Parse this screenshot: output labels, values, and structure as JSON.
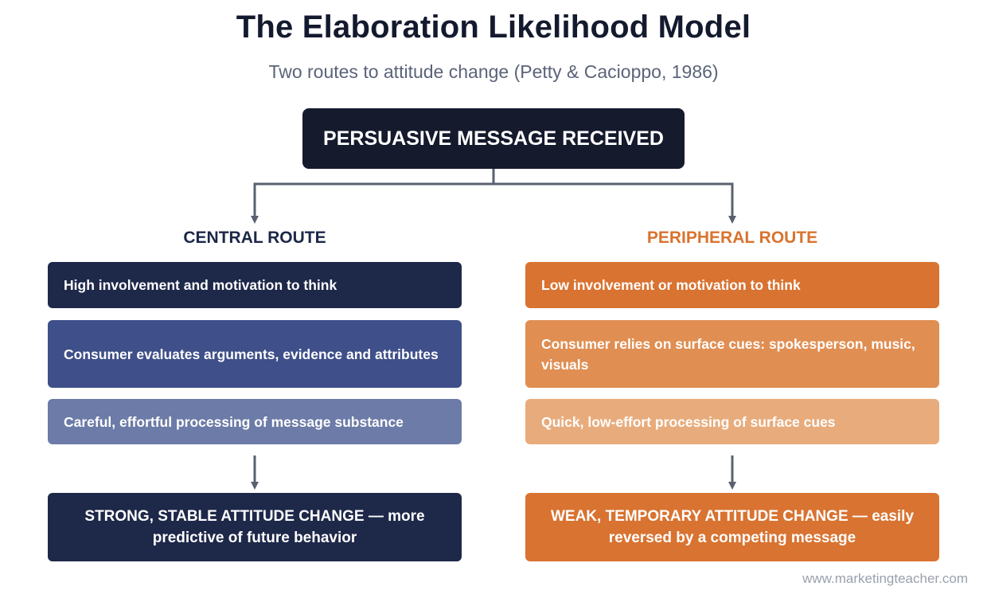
{
  "header": {
    "title": "The Elaboration Likelihood Model",
    "subtitle": "Two routes to attitude change (Petty & Cacioppo, 1986)"
  },
  "start": {
    "label": "PERSUASIVE MESSAGE RECEIVED",
    "color": "#151a2d"
  },
  "central": {
    "title": "CENTRAL ROUTE",
    "title_color": "#1c2748",
    "steps": [
      {
        "text": "High involvement and motivation to think",
        "color": "#1e2849"
      },
      {
        "text": "Consumer evaluates arguments, evidence and attributes",
        "color": "#3e4f89"
      },
      {
        "text": "Careful, effortful processing of message substance",
        "color": "#6c7ba7"
      }
    ],
    "outcome": {
      "text": "STRONG, STABLE ATTITUDE CHANGE — more predictive of future behavior",
      "color": "#1e2849"
    }
  },
  "peripheral": {
    "title": "PERIPHERAL ROUTE",
    "title_color": "#d9732f",
    "steps": [
      {
        "text": "Low involvement or motivation to think",
        "color": "#d97331"
      },
      {
        "text": "Consumer relies on surface cues: spokesperson, music, visuals",
        "color": "#e08e52"
      },
      {
        "text": "Quick, low-effort processing of surface cues",
        "color": "#e8ac7c"
      }
    ],
    "outcome": {
      "text": "WEAK, TEMPORARY ATTITUDE CHANGE — easily reversed by a competing message",
      "color": "#d97331"
    }
  },
  "connector_color": "#5a6070",
  "footer": {
    "source": "www.marketingteacher.com"
  }
}
